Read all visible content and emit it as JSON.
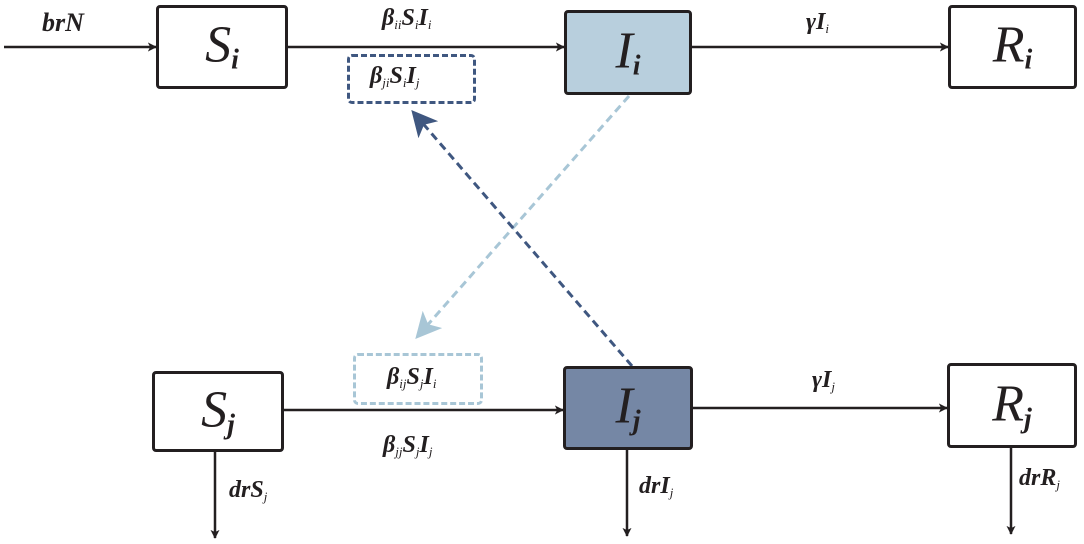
{
  "colors": {
    "ink": "#231f20",
    "infected_i_fill": "#b8cfdd",
    "infected_j_fill": "#7587a5",
    "dark_dashed_arrow": "#3f5780",
    "light_dashed_arrow": "#a8c6d6"
  },
  "nodes": {
    "s_i": {
      "base": "S",
      "sub": "i"
    },
    "i_i": {
      "base": "I",
      "sub": "i"
    },
    "r_i": {
      "base": "R",
      "sub": "i"
    },
    "s_j": {
      "base": "S",
      "sub": "j"
    },
    "i_j": {
      "base": "I",
      "sub": "j"
    },
    "r_j": {
      "base": "R",
      "sub": "j"
    }
  },
  "labels": {
    "birth": {
      "text": "brN"
    },
    "beta_ii": {
      "b": "β",
      "b_sub": "ii",
      "s": "S",
      "s_sub": "i",
      "i": "I",
      "i_sub": "i"
    },
    "beta_ji": {
      "b": "β",
      "b_sub": "ji",
      "s": "S",
      "s_sub": "i",
      "i": "I",
      "i_sub": "j"
    },
    "gamma_i": {
      "g": "γ",
      "i": "I",
      "i_sub": "i"
    },
    "beta_ij": {
      "b": "β",
      "b_sub": "ij",
      "s": "S",
      "s_sub": "j",
      "i": "I",
      "i_sub": "i"
    },
    "beta_jj": {
      "b": "β",
      "b_sub": "jj",
      "s": "S",
      "s_sub": "j",
      "i": "I",
      "i_sub": "j"
    },
    "gamma_j": {
      "g": "γ",
      "i": "I",
      "i_sub": "j"
    },
    "death_s": {
      "base": "drS",
      "sub": "j"
    },
    "death_i": {
      "base": "drI",
      "sub": "j"
    },
    "death_r": {
      "base": "drR",
      "sub": "j"
    }
  }
}
